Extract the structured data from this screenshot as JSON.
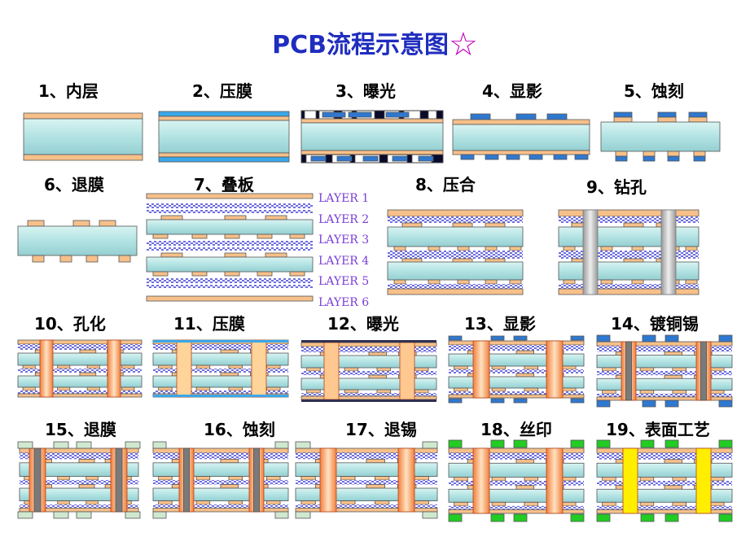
{
  "title": "PCB流程示意图",
  "title_star": "☆",
  "steps": [
    {
      "label": "1、内层"
    },
    {
      "label": "2、压膜"
    },
    {
      "label": "3、曝光"
    },
    {
      "label": "4、显影"
    },
    {
      "label": "5、蚀刻"
    },
    {
      "label": "6、退膜"
    },
    {
      "label": "7、叠板"
    },
    {
      "label": "8、压合"
    },
    {
      "label": "9、钻孔"
    },
    {
      "label": "10、孔化"
    },
    {
      "label": "11、压膜"
    },
    {
      "label": "12、曝光"
    },
    {
      "label": "13、显影"
    },
    {
      "label": "14、镀铜锡"
    },
    {
      "label": "15、退膜"
    },
    {
      "label": "16、蚀刻"
    },
    {
      "label": "17、退锡"
    },
    {
      "label": "18、丝印"
    },
    {
      "label": "19、表面工艺"
    }
  ],
  "layers": [
    "LAYER 1",
    "LAYER 2",
    "LAYER 3",
    "LAYER 4",
    "LAYER 5",
    "LAYER 6"
  ],
  "colors": {
    "core": "#b9e6e6",
    "copper": "#f7c08a",
    "film": "#3aa7e8",
    "resist": "#2f78d0",
    "prepreg": "#6e6ee0",
    "hole_copper": "#ff8a3a",
    "hole_drill": "#b8b8b8",
    "tin": "#7a7a7a",
    "mask": "#22cc22",
    "finish": "#ffee00",
    "title": "#1f2dbf",
    "star": "#c000c0",
    "layer_text": "#7b3fd6"
  }
}
